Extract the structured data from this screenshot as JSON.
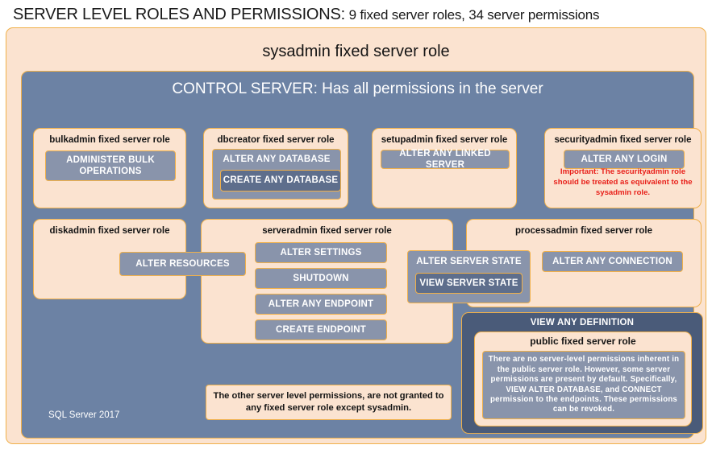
{
  "title": {
    "main": "SERVER LEVEL ROLES AND PERMISSIONS:",
    "sub": " 9 fixed server roles, 34 server permissions"
  },
  "colors": {
    "canvas_blue": "#6c82a4",
    "cream": "#fbe3d0",
    "gold_border": "#f0b04a",
    "permission_gray": "#8994ab",
    "permission_gray_dark": "#5e6e8c",
    "deep_blue": "#4a5b79",
    "warning_red": "#e8201a"
  },
  "sysadmin": {
    "label": "sysadmin fixed server role"
  },
  "control_server": {
    "label": "CONTROL SERVER: Has all permissions in the server"
  },
  "roles": {
    "bulkadmin": {
      "label": "bulkadmin fixed server role",
      "permissions": [
        "ADMINISTER  BULK OPERATIONS"
      ]
    },
    "dbcreator": {
      "label": "dbcreator fixed server role",
      "outer_permission": "ALTER ANY DATABASE",
      "inner_permission": "CREATE  ANY DATABASE"
    },
    "setupadmin": {
      "label": "setupadmin fixed server role",
      "permissions": [
        "ALTER ANY LINKED SERVER"
      ]
    },
    "securityadmin": {
      "label": "securityadmin fixed server role",
      "permissions": [
        "ALTER ANY LOGIN"
      ],
      "warning": "Important:  The securityadmin role should  be treated as equivalent to the sysadmin role."
    },
    "diskadmin": {
      "label": "diskadmin fixed server role",
      "permissions": [
        "ALTER RESOURCES"
      ]
    },
    "serveradmin": {
      "label": "serveradmin fixed server role",
      "permissions": [
        "ALTER SETTINGS",
        "SHUTDOWN",
        "ALTER ANY ENDPOINT",
        "CREATE  ENDPOINT"
      ],
      "outer_permission": "ALTER SERVER STATE",
      "inner_permission": "VIEW SERVER STATE"
    },
    "processadmin": {
      "label": "processadmin fixed server role",
      "permissions": [
        "ALTER ANY CONNECTION"
      ]
    },
    "public": {
      "outer_permission": "VIEW ANY DEFINITION",
      "label": "public  fixed server role",
      "note": "There are no server-level permissions inherent in the public server role. However, some server permissions are present by default. Specifically, VIEW ALTER DATABASE, and CONNECT permission to the endpoints. These permissions can be revoked."
    }
  },
  "notes": {
    "other_permissions": "The other server level permissions,  are not granted to any fixed server role except sysadmin."
  },
  "footer": {
    "version": "SQL Server 2017"
  }
}
